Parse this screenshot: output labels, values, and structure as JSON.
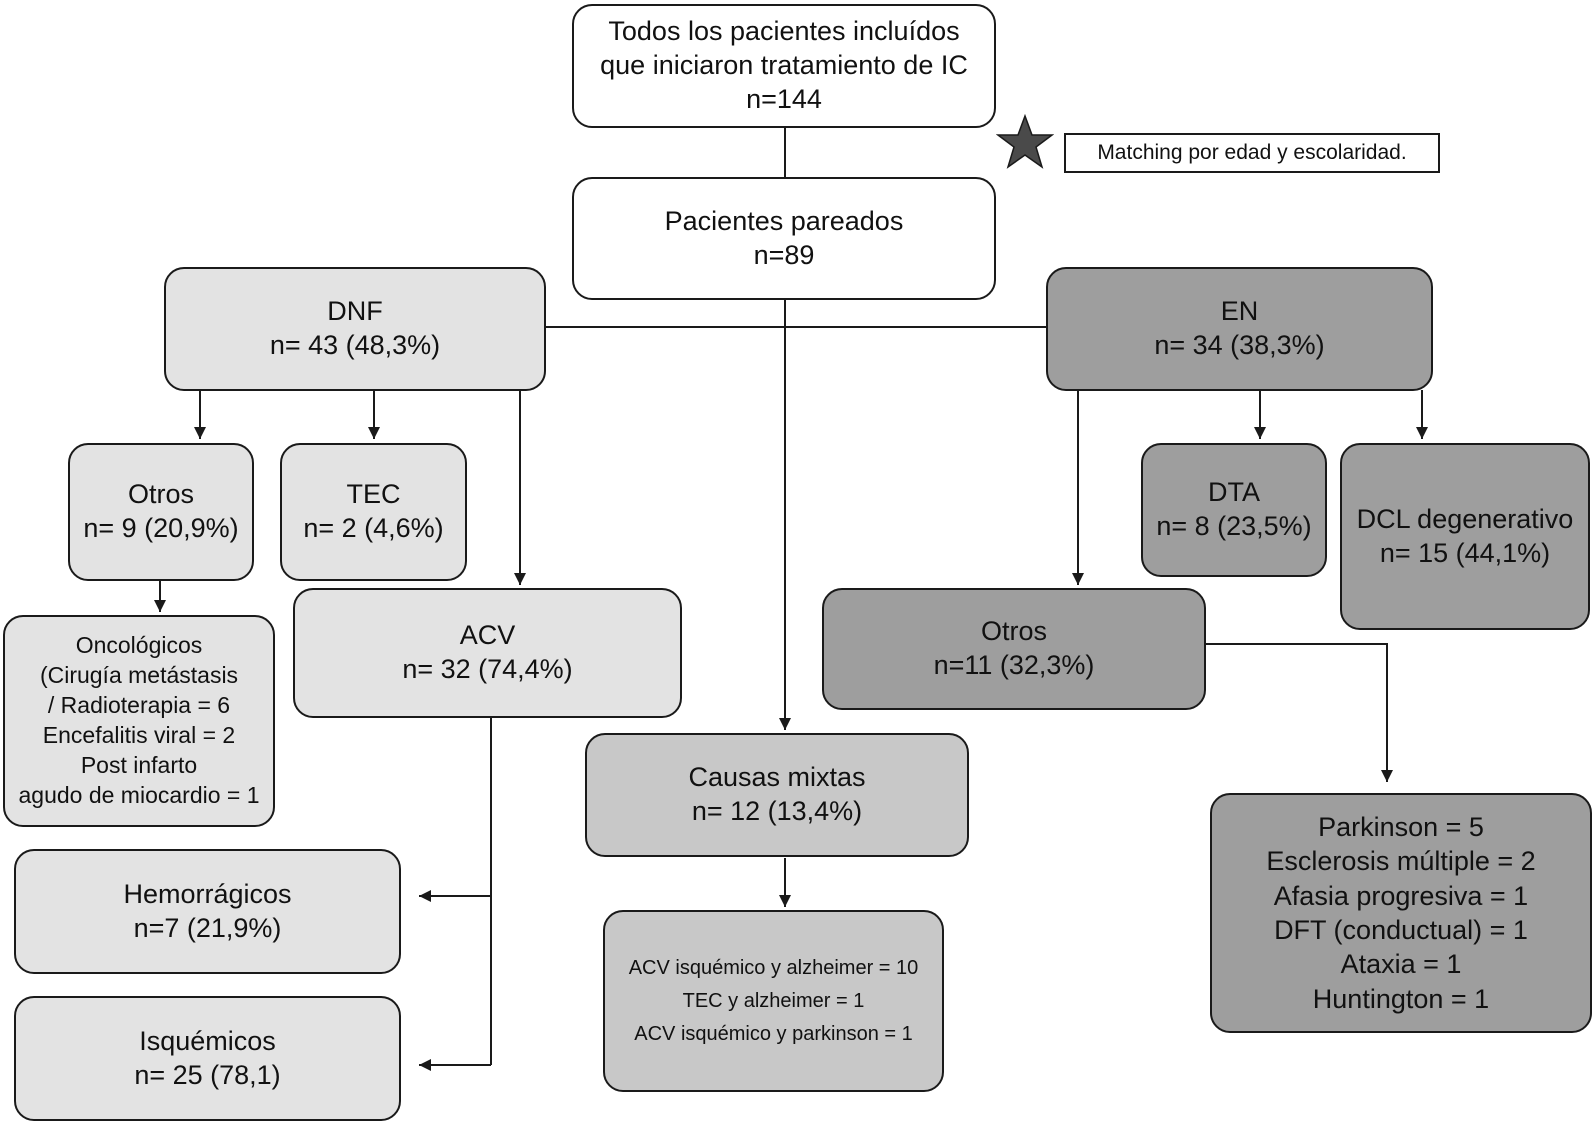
{
  "nodes": {
    "todos": {
      "lines": [
        "Todos los pacientes incluídos",
        "que iniciaron tratamiento de IC",
        "n=144"
      ]
    },
    "pareados": {
      "lines": [
        "Pacientes pareados",
        "n=89"
      ]
    },
    "dnf": {
      "lines": [
        "DNF",
        "n= 43 (48,3%)"
      ]
    },
    "en": {
      "lines": [
        "EN",
        "n= 34 (38,3%)"
      ]
    },
    "otros_dnf": {
      "lines": [
        "Otros",
        "n= 9 (20,9%)"
      ]
    },
    "tec": {
      "lines": [
        "TEC",
        "n= 2 (4,6%)"
      ]
    },
    "acv": {
      "lines": [
        "ACV",
        "n= 32 (74,4%)"
      ]
    },
    "oncologicos": {
      "lines": [
        "Oncológicos",
        "(Cirugía metástasis",
        "/ Radioterapia = 6",
        "Encefalitis viral = 2",
        "Post infarto",
        "agudo de miocardio = 1"
      ]
    },
    "hemorragicos": {
      "lines": [
        "Hemorrágicos",
        "n=7 (21,9%)"
      ]
    },
    "isquemicos": {
      "lines": [
        "Isquémicos",
        "n= 25 (78,1)"
      ]
    },
    "mixtas": {
      "lines": [
        "Causas mixtas",
        "n= 12 (13,4%)"
      ]
    },
    "mixtas_detalle": {
      "lines": [
        "ACV isquémico y alzheimer = 10",
        "TEC y alzheimer = 1",
        "ACV isquémico y parkinson = 1"
      ]
    },
    "dta": {
      "lines": [
        "DTA",
        "n= 8 (23,5%)"
      ]
    },
    "dcl": {
      "lines": [
        "DCL degenerativo",
        "n= 15 (44,1%)"
      ]
    },
    "otros_en": {
      "lines": [
        "Otros",
        "n=11 (32,3%)"
      ]
    },
    "en_detalle": {
      "lines": [
        "Parkinson = 5",
        "Esclerosis múltiple = 2",
        "Afasia progresiva = 1",
        "DFT (conductual) = 1",
        "Ataxia = 1",
        "Huntington = 1"
      ]
    }
  },
  "note": {
    "text": "Matching por edad y escolaridad.",
    "icon": "star-icon"
  },
  "colors": {
    "white": "#ffffff",
    "light": "#e3e3e3",
    "mid": "#c8c8c8",
    "dark": "#9e9e9e",
    "line": "#1a1a1a"
  }
}
